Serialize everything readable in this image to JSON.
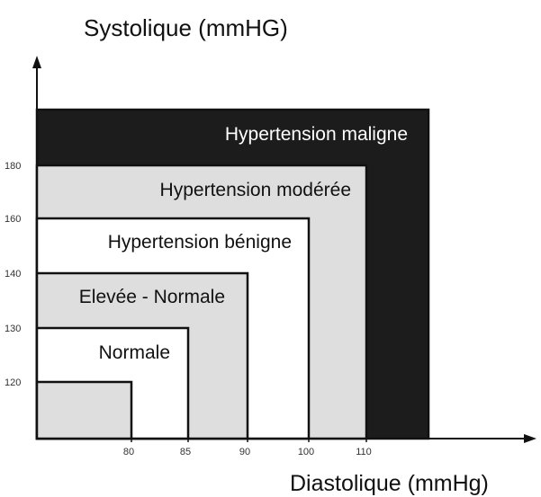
{
  "chart_data": {
    "type": "area",
    "title": "",
    "ylabel": "Systolique (mmHG)",
    "xlabel": "Diastolique (mmHg)",
    "xticks": [
      "80",
      "85",
      "90",
      "100",
      "110"
    ],
    "yticks": [
      "120",
      "130",
      "140",
      "160",
      "180"
    ],
    "zones": [
      {
        "label": "Hypertension maligne",
        "x_max": null,
        "y_max": null,
        "fill": "#1c1c1c",
        "text_color": "#ffffff"
      },
      {
        "label": "Hypertension modérée",
        "x_max": 110,
        "y_max": 180,
        "fill": "#dedede",
        "text_color": "#111111"
      },
      {
        "label": "Hypertension bénigne",
        "x_max": 100,
        "y_max": 160,
        "fill": "#ffffff",
        "text_color": "#111111"
      },
      {
        "label": "Elevée - Normale",
        "x_max": 90,
        "y_max": 140,
        "fill": "#dedede",
        "text_color": "#111111"
      },
      {
        "label": "Normale",
        "x_max": 85,
        "y_max": 130,
        "fill": "#ffffff",
        "text_color": "#111111"
      },
      {
        "label": "",
        "x_max": 80,
        "y_max": 120,
        "fill": "#dedede",
        "text_color": "#111111"
      }
    ],
    "grid": false,
    "legend": "none"
  }
}
